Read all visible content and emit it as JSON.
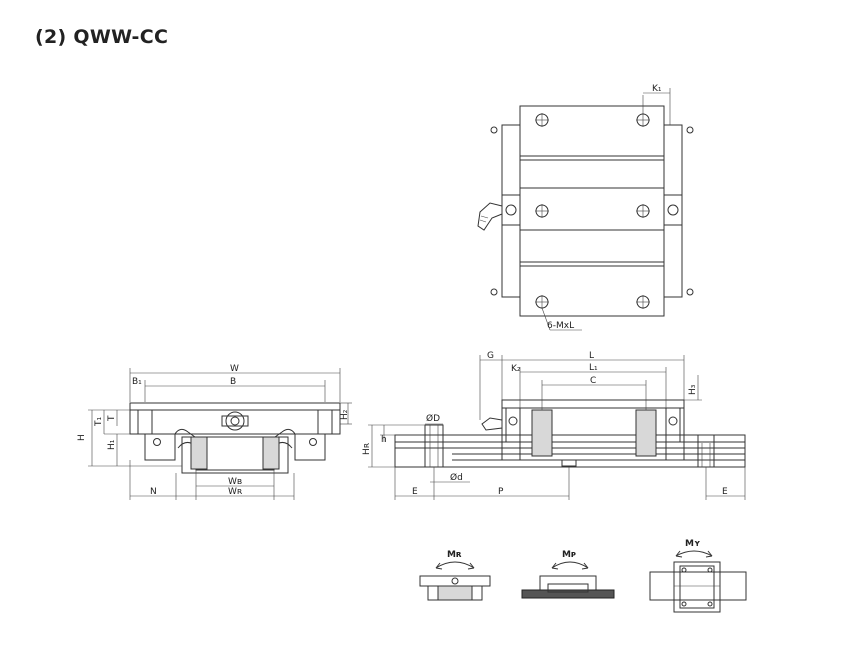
{
  "title": "(2) QWW-CC",
  "top_view": {
    "k1": "K₁",
    "mount_note": "6-MxL"
  },
  "front_view": {
    "W": "W",
    "B1": "B₁",
    "B": "B",
    "T1": "T₁",
    "T": "T",
    "H": "H",
    "H1": "H₁",
    "H2": "H₂",
    "WB": "Wʙ",
    "WR": "Wʀ",
    "N": "N"
  },
  "side_view": {
    "G": "G",
    "L": "L",
    "K2": "K₂",
    "L1": "L₁",
    "C": "C",
    "H3": "H₃",
    "D": "ØD",
    "h": "h",
    "HR": "Hʀ",
    "d": "Ød",
    "E_left": "E",
    "P": "P",
    "E_right": "E"
  },
  "moments": {
    "MR": "Mʀ",
    "MP": "Mᴘ",
    "MY": "Mʏ"
  }
}
